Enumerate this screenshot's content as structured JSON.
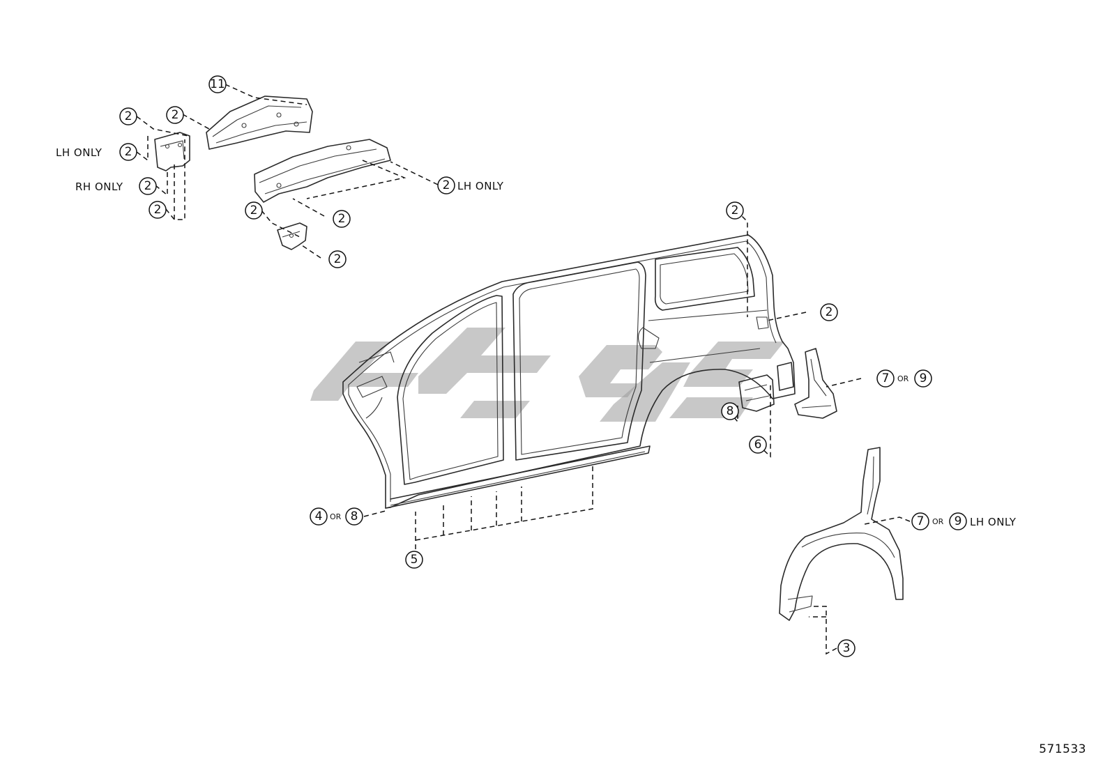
{
  "diagram_id": "571533",
  "callouts": {
    "c11": "11",
    "c2a": "2",
    "c2b": "2",
    "c2c": "2",
    "c2d": "2",
    "c2e": "2",
    "c2f": "2",
    "c2g": "2",
    "c2h": "2",
    "c2i": "2",
    "c2j": "2",
    "c2k": "2",
    "c4": "4",
    "c8a": "8",
    "c5": "5",
    "c8b": "8",
    "c6": "6",
    "c7a": "7",
    "c9a": "9",
    "c7b": "7",
    "c9b": "9",
    "c3": "3"
  },
  "labels": {
    "lh_only": "LH ONLY",
    "rh_only": "RH ONLY",
    "or": "OR"
  }
}
